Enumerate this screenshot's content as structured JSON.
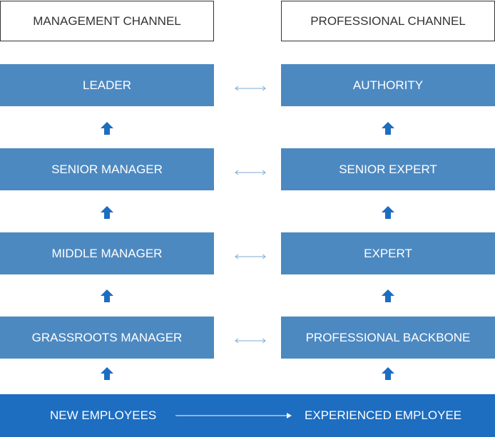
{
  "headers": {
    "management": "MANAGEMENT CHANNEL",
    "professional": "PROFESSIONAL CHANNEL"
  },
  "management_levels": [
    "LEADER",
    "SENIOR MANAGER",
    "MIDDLE MANAGER",
    "GRASSROOTS MANAGER"
  ],
  "professional_levels": [
    "AUTHORITY",
    "SENIOR EXPERT",
    "EXPERT",
    "PROFESSIONAL BACKBONE"
  ],
  "footer": {
    "start": "NEW EMPLOYEES",
    "end": "EXPERIENCED EMPLOYEE"
  },
  "colors": {
    "box": "#4d89c1",
    "footer": "#1d6dc1",
    "up_arrow": "#1d6dc1",
    "link_arrow": "#7eaad6"
  }
}
